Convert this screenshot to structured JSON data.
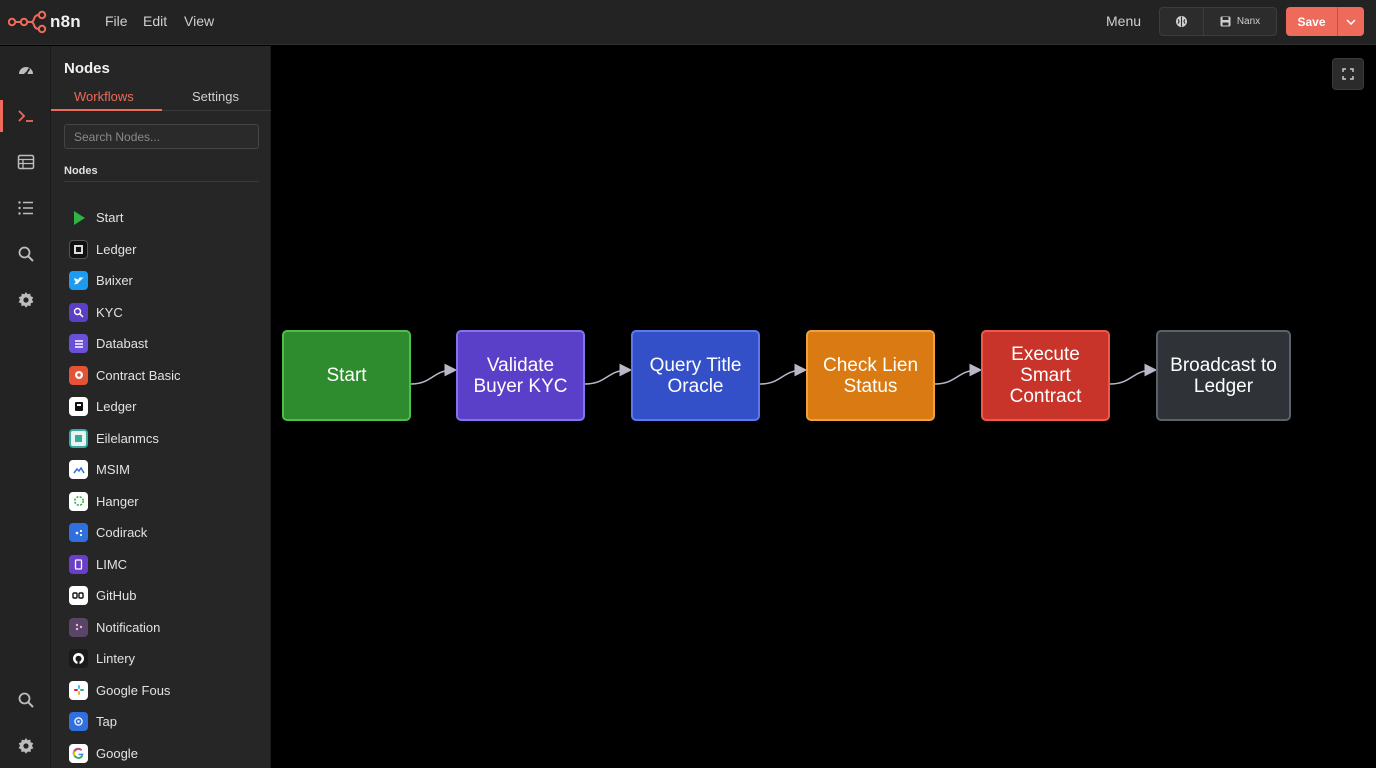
{
  "app": {
    "logo_text": "n8n",
    "menus": [
      "File",
      "Edit",
      "View"
    ],
    "menu_label": "Menu",
    "toolbar_save_label": "Nanx",
    "save_label": "Save"
  },
  "colors": {
    "accent": "#ee6a5a",
    "topbar_bg": "#232323",
    "panel_bg": "#262626",
    "canvas_bg": "#000000"
  },
  "rail": {
    "items": [
      {
        "icon": "dashboard-icon"
      },
      {
        "icon": "terminal-icon",
        "active": true
      },
      {
        "icon": "table-icon"
      },
      {
        "icon": "list-icon"
      },
      {
        "icon": "search-icon"
      },
      {
        "icon": "gear-icon"
      },
      {
        "icon": "search-icon"
      },
      {
        "icon": "gear-icon"
      }
    ]
  },
  "panel": {
    "title": "Nodes",
    "tabs": [
      "Workflows",
      "Settings"
    ],
    "search_placeholder": "Search Nodes...",
    "section_label": "Nodes",
    "nodes": [
      {
        "label": "Start",
        "icon": "play-icon",
        "color": "#2fb344"
      },
      {
        "label": "Ledger",
        "icon": "ledger-icon",
        "color": "#111111"
      },
      {
        "label": "Bиixer",
        "icon": "twitter-icon",
        "color": "#1d9bf0"
      },
      {
        "label": "KYC",
        "icon": "kyc-icon",
        "color": "#5b3fc4"
      },
      {
        "label": "Databast",
        "icon": "database-icon",
        "color": "#6a4fd8"
      },
      {
        "label": "Contract Basic",
        "icon": "contract-icon",
        "color": "#e55236"
      },
      {
        "label": "Ledger",
        "icon": "ledger-icon",
        "color": "#ffffff"
      },
      {
        "label": "Eilelanmcs",
        "icon": "elements-icon",
        "color": "#3aa99f"
      },
      {
        "label": "MSIM",
        "icon": "cloud-icon",
        "color": "#ffffff"
      },
      {
        "label": "Hanger",
        "icon": "hanger-icon",
        "color": "#ffffff"
      },
      {
        "label": "Codirack",
        "icon": "code-icon",
        "color": "#2f6fe0"
      },
      {
        "label": "LIMC",
        "icon": "limc-icon",
        "color": "#6a3fc8"
      },
      {
        "label": "GitHub",
        "icon": "github-icon",
        "color": "#ffffff"
      },
      {
        "label": "Notification",
        "icon": "notification-icon",
        "color": "#5a4468"
      },
      {
        "label": "Lintery",
        "icon": "lintery-icon",
        "color": "#1a1a1a"
      },
      {
        "label": "Google Fous",
        "icon": "slack-icon",
        "color": "#ffffff"
      },
      {
        "label": "Tap",
        "icon": "tap-icon",
        "color": "#2f6fe0"
      },
      {
        "label": "Google",
        "icon": "google-icon",
        "color": "#ffffff"
      }
    ]
  },
  "workflow": {
    "nodes": [
      {
        "label": "Start",
        "fill": "#2e8b2e",
        "border": "#4cc04c"
      },
      {
        "label": "Validate\nBuyer KYC",
        "fill": "#5a3fc8",
        "border": "#8a6fee"
      },
      {
        "label": "Query Title\nOracle",
        "fill": "#3450c8",
        "border": "#5c7af0"
      },
      {
        "label": "Check Lien\nStatus",
        "fill": "#d97a12",
        "border": "#f0a040"
      },
      {
        "label": "Execute\nSmart\nContract",
        "fill": "#c9342a",
        "border": "#ee5a4a"
      },
      {
        "label": "Broadcast to\nLedger",
        "fill": "#2f3338",
        "border": "#5c6068"
      }
    ]
  }
}
